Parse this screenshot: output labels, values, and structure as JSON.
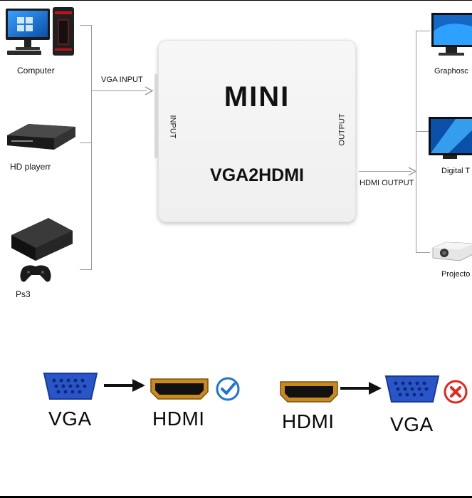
{
  "sources": {
    "computer_label": "Computer",
    "hd_player_label": "HD playerr",
    "ps3_label": "Ps3"
  },
  "displays": {
    "projector_display_label": "Graphosc",
    "digital_tv_label": "Digital T",
    "projector_label": "Projecto"
  },
  "arrows": {
    "vga_input_label": "VGA INPUT",
    "hdmi_output_label": "HDMI OUTPUT"
  },
  "converter": {
    "brand_text": "MINI",
    "model_text": "VGA2HDMI",
    "input_side_label": "INPUT",
    "output_side_label": "OUTPUT"
  },
  "compat": {
    "row1_from": "VGA",
    "row1_to": "HDMI",
    "row1_status": "supported",
    "row2_from": "HDMI",
    "row2_to": "VGA",
    "row2_status": "not-supported"
  },
  "colors": {
    "connector_blue": "#2a55c8",
    "check_blue": "#1e73d8",
    "cross_red": "#e0281f"
  }
}
